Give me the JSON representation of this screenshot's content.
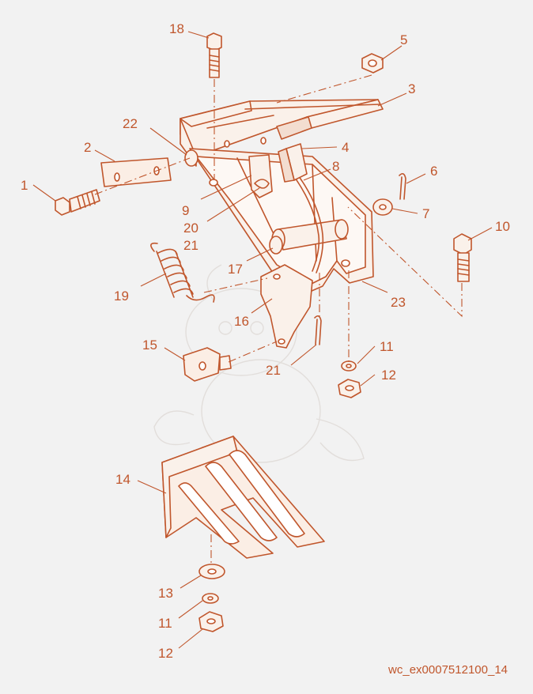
{
  "colors": {
    "background": "#f2f2f2",
    "ink": "#c0562c",
    "fill": "#faf1ea",
    "shade": "#e9c7b2",
    "watermark": "#e2dedb"
  },
  "callouts": [
    {
      "id": "c1",
      "label": "1"
    },
    {
      "id": "c2",
      "label": "2"
    },
    {
      "id": "c22",
      "label": "22"
    },
    {
      "id": "c18",
      "label": "18"
    },
    {
      "id": "c5",
      "label": "5"
    },
    {
      "id": "c3",
      "label": "3"
    },
    {
      "id": "c4",
      "label": "4"
    },
    {
      "id": "c8",
      "label": "8"
    },
    {
      "id": "c6",
      "label": "6"
    },
    {
      "id": "c7",
      "label": "7"
    },
    {
      "id": "c10",
      "label": "10"
    },
    {
      "id": "c9",
      "label": "9"
    },
    {
      "id": "c20",
      "label": "20"
    },
    {
      "id": "c21a",
      "label": "21"
    },
    {
      "id": "c17",
      "label": "17"
    },
    {
      "id": "c19",
      "label": "19"
    },
    {
      "id": "c16",
      "label": "16"
    },
    {
      "id": "c23",
      "label": "23"
    },
    {
      "id": "c15",
      "label": "15"
    },
    {
      "id": "c21b",
      "label": "21"
    },
    {
      "id": "c11a",
      "label": "11"
    },
    {
      "id": "c12a",
      "label": "12"
    },
    {
      "id": "c14",
      "label": "14"
    },
    {
      "id": "c13",
      "label": "13"
    },
    {
      "id": "c11b",
      "label": "11"
    },
    {
      "id": "c12b",
      "label": "12"
    }
  ],
  "footer": {
    "code": "wc_ex0007512100_14"
  }
}
